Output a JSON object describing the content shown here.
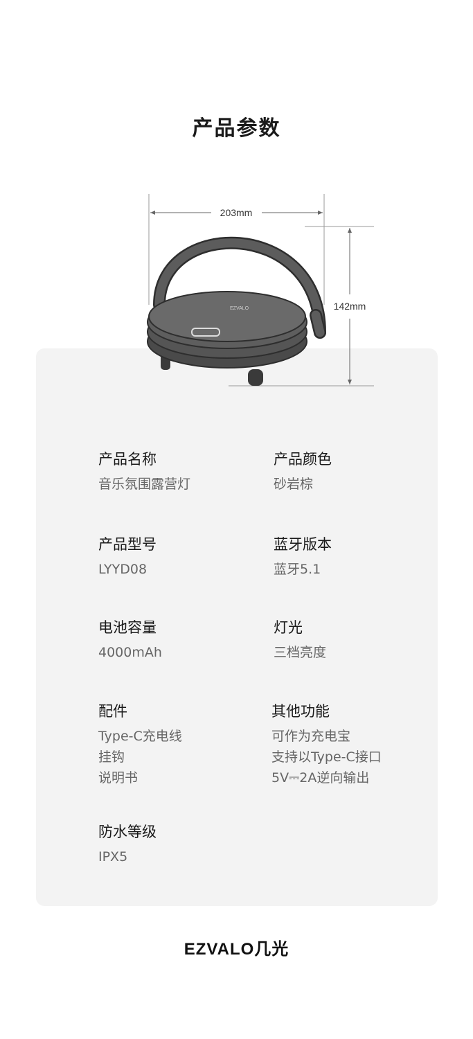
{
  "page": {
    "title": "产品参数"
  },
  "product_image": {
    "width_label": "203mm",
    "height_label": "142mm",
    "brand_on_lid": "EZVALO"
  },
  "specs": [
    {
      "label": "产品名称",
      "values": [
        "音乐氛围露营灯"
      ]
    },
    {
      "label": "产品颜色",
      "values": [
        "砂岩棕"
      ]
    },
    {
      "label": "产品型号",
      "values": [
        "LYYD08"
      ]
    },
    {
      "label": "蓝牙版本",
      "values": [
        "蓝牙5.1"
      ]
    },
    {
      "label": "电池容量",
      "values": [
        "4000mAh"
      ]
    },
    {
      "label": "灯光",
      "values": [
        "三档亮度"
      ]
    },
    {
      "label": "配件",
      "values": [
        "Type-C充电线",
        "挂钩",
        "说明书"
      ]
    },
    {
      "label": "其他功能",
      "values": [
        "可作为充电宝",
        "支持以Type-C接口",
        "5V⎓2A逆向输出"
      ]
    },
    {
      "label": "防水等级",
      "values": [
        "IPX5"
      ]
    }
  ],
  "footer": {
    "logo": "EZVALO几光"
  },
  "colors": {
    "panel_bg": "#f3f3f3",
    "lamp_body": "#5a5a5a",
    "lamp_edge": "#2e2e2e"
  }
}
